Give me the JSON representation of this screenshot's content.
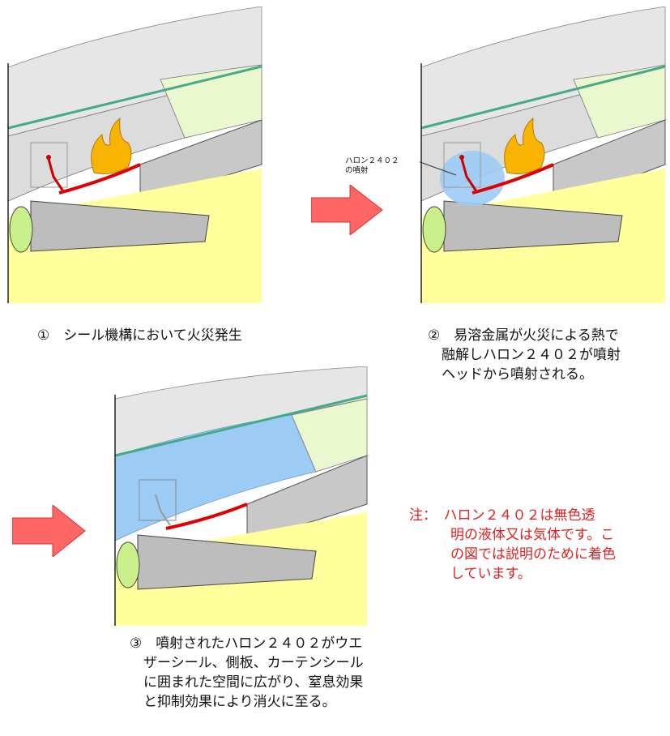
{
  "captions": {
    "step1": "①　シール機構において火災発生",
    "step2": "②　易溶金属が火災による熱で\n　融解しハロン２４０２が噴射\n　ヘッドから噴射される。",
    "step3": "③　噴射されたハロン２４０２がウエ\n　ザーシール、側板、カーテンシール\n　に囲まれた空間に広がり、窒息効果\n　と抑制効果により消火に至る。"
  },
  "spray_label": "ハロン２４０２\nの噴射",
  "note": "注：　ハロン２４０２は無色透\n　　　明の液体又は気体です。こ\n　　　の図では説明のために着色\n　　　しています。",
  "colors": {
    "roof": "#e6e6e6",
    "wall_upper": "#dcdcdc",
    "seal_green": "#eaf7cf",
    "halon_blue": "#9ccbf5",
    "ground_yellow": "#ffff9c",
    "arrow": "#ff6666",
    "note_red": "#e02020",
    "pipe_red": "#e00000",
    "fire_orange": "#f8b400"
  }
}
